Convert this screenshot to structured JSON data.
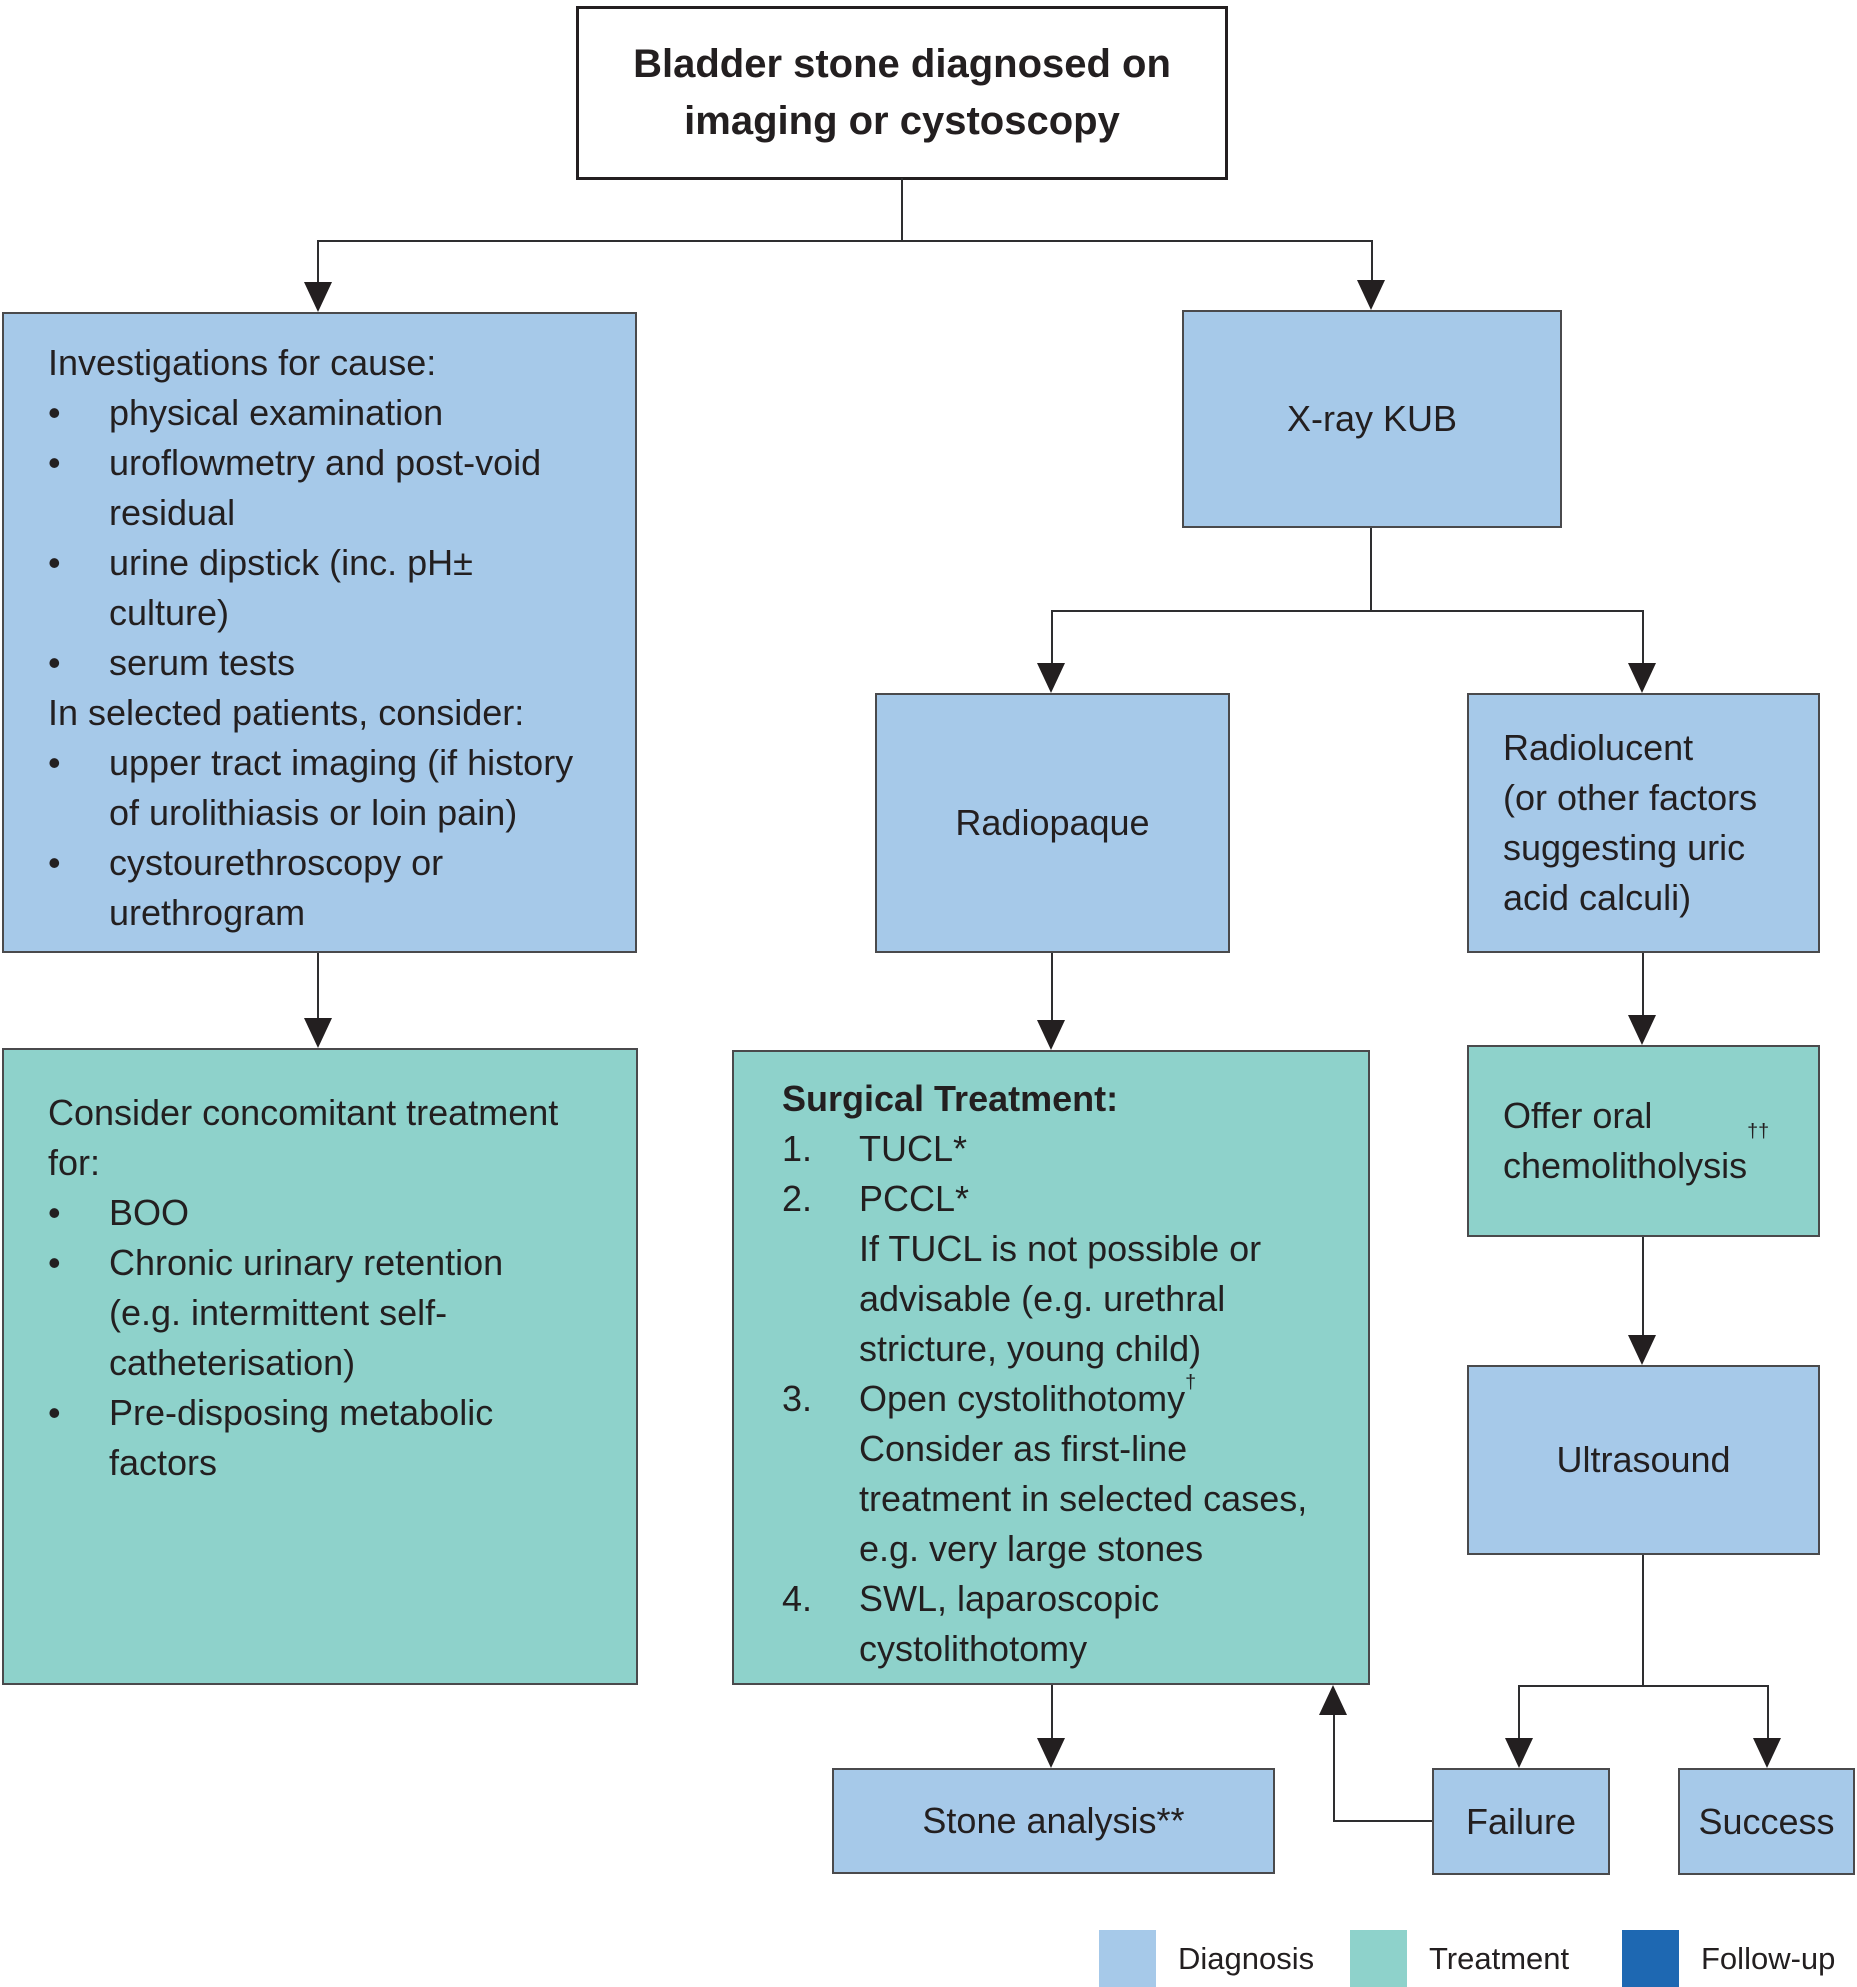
{
  "colors": {
    "diagnosis": "#a6c9e9",
    "treatment": "#8ed2cb",
    "followup": "#1e68b2",
    "line": "#231f20"
  },
  "chars": {
    "bullet": "•"
  },
  "title": {
    "line1": "Bladder stone diagnosed on",
    "line2": "imaging or cystoscopy"
  },
  "investigations": {
    "heading": "Investigations for cause:",
    "b1": "physical examination",
    "b2": "uroflowmetry and post-void",
    "c2": "residual",
    "b3": "urine dipstick (inc. pH±",
    "c3": "culture)",
    "b4": "serum tests",
    "heading2": "In selected patients, consider:",
    "b5": "upper tract imaging (if history",
    "c5": "of urolithiasis or loin pain)",
    "b6": "cystourethroscopy or",
    "c6": "urethrogram"
  },
  "xray": {
    "label": "X-ray KUB"
  },
  "radiopaque": {
    "label": "Radiopaque"
  },
  "radiolucent": {
    "l1": "Radiolucent",
    "l2": "(or other factors",
    "l3": "suggesting uric",
    "l4": "acid calculi)"
  },
  "concomitant": {
    "heading1": "Consider concomitant treatment",
    "heading2": "for:",
    "b1": "BOO",
    "b2": "Chronic urinary retention",
    "c2a": "(e.g. intermittent self-",
    "c2b": "catheterisation)",
    "b3": "Pre-disposing metabolic",
    "c3": "factors"
  },
  "surgical": {
    "heading": "Surgical Treatment:",
    "n1": "1.",
    "i1": "TUCL*",
    "n2": "2.",
    "i2": "PCCL*",
    "i2c1": "If TUCL is not possible or",
    "i2c2": "advisable (e.g. urethral",
    "i2c3": "stricture, young child)",
    "n3": "3.",
    "i3": "Open cystolithotomy",
    "i3sup": "†",
    "i3c1": "Consider as first-line",
    "i3c2": "treatment in selected cases,",
    "i3c3": "e.g. very large stones",
    "n4": "4.",
    "i4": "SWL, laparoscopic",
    "i4c": "cystolithotomy"
  },
  "chemolitholysis": {
    "l1": "Offer oral",
    "l2": "chemolitholysis",
    "sup": "††"
  },
  "ultrasound": {
    "label": "Ultrasound"
  },
  "stone": {
    "label": "Stone analysis**"
  },
  "failure": {
    "label": "Failure"
  },
  "success": {
    "label": "Success"
  },
  "legend": {
    "diagnosis": {
      "label": "Diagnosis"
    },
    "treatment": {
      "label": "Treatment"
    },
    "followup": {
      "label": "Follow-up"
    }
  }
}
